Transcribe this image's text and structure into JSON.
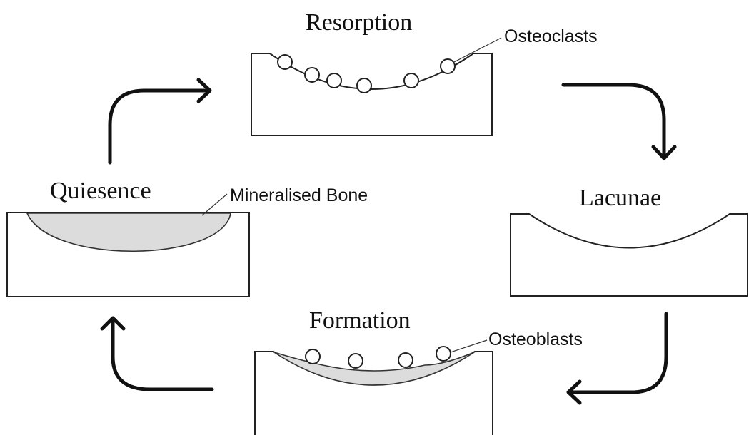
{
  "stages": {
    "resorption": "Resorption",
    "lacunae": "Lacunae",
    "formation": "Formation",
    "quiesence": "Quiesence"
  },
  "callouts": {
    "osteoclasts": "Osteoclasts",
    "osteoblasts": "Osteoblasts",
    "mineralised_bone": "Mineralised Bone"
  },
  "colors": {
    "mineralised_bone_fill": "#dcdcdc",
    "outline": "#222222",
    "arrow": "#111111"
  }
}
